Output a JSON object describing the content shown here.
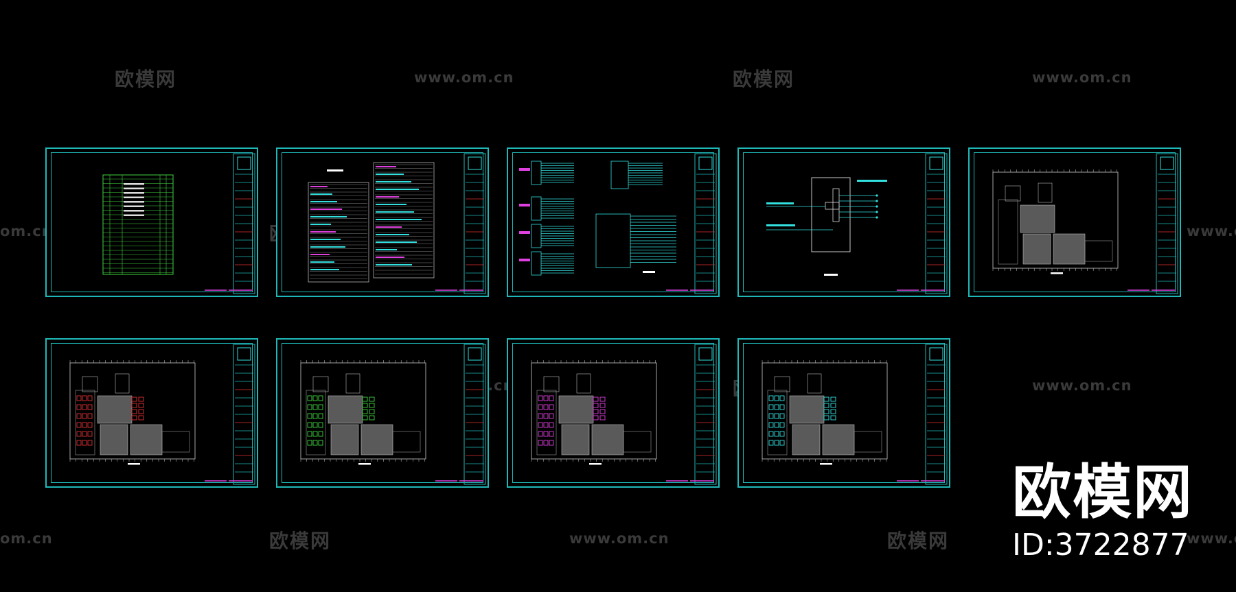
{
  "watermarks": {
    "brand": "欧模网",
    "url": "www.om.cn",
    "url_cut": "om.cn",
    "url_cut2": "www.c"
  },
  "brand": {
    "name": "欧模网",
    "id": "ID:3722877"
  },
  "sheets": [
    {
      "kind": "table"
    },
    {
      "kind": "notes"
    },
    {
      "kind": "schematic"
    },
    {
      "kind": "system"
    },
    {
      "kind": "plan",
      "overlay": "none"
    },
    {
      "kind": "plan",
      "overlay": "red"
    },
    {
      "kind": "plan",
      "overlay": "green"
    },
    {
      "kind": "plan",
      "overlay": "magenta"
    },
    {
      "kind": "plan",
      "overlay": "teal"
    }
  ],
  "colors": {
    "frame": "#1fb9b9",
    "cad_green": "#3fd43f",
    "cad_cyan": "#33e0e0",
    "cad_magenta": "#e040e0",
    "cad_red": "#e03030",
    "cad_gray": "#9a9a9a",
    "watermark": "#3a3a3a"
  }
}
